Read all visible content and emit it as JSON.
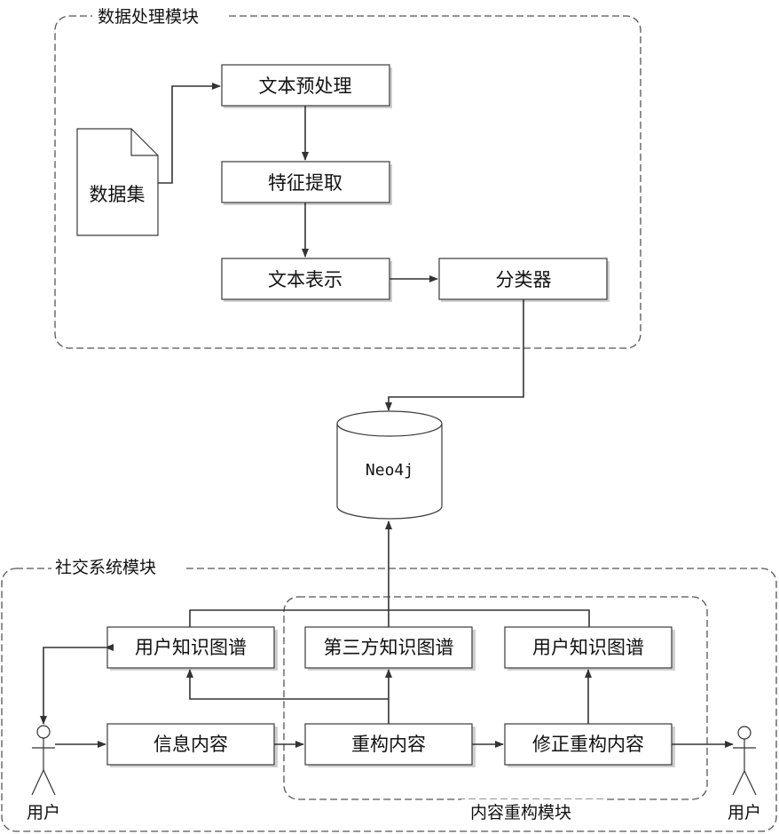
{
  "modules": {
    "data_processing": "数据处理模块",
    "social_system": "社交系统模块",
    "content_rebuild": "内容重构模块"
  },
  "nodes": {
    "dataset": "数据集",
    "text_preprocess": "文本预处理",
    "feature_extract": "特征提取",
    "text_repr": "文本表示",
    "classifier": "分类器",
    "neo4j": "Neo4j",
    "user_kg_left": "用户知识图谱",
    "third_party_kg": "第三方知识图谱",
    "user_kg_right": "用户知识图谱",
    "info_content": "信息内容",
    "rebuild_content": "重构内容",
    "corrected_content": "修正重构内容"
  },
  "actors": {
    "left": "用户",
    "right": "用户"
  }
}
